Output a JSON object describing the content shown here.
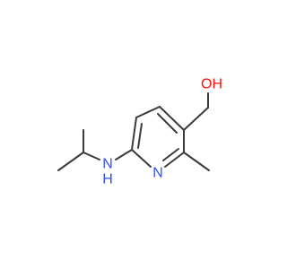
{
  "molecule": {
    "atoms": {
      "oh": {
        "label": "OH",
        "color": "#ff0d0d"
      },
      "ring_n": {
        "label": "N",
        "color": "#3050f8"
      },
      "nh": {
        "label": "N",
        "color": "#3050f8"
      },
      "nh_h": {
        "label": "H",
        "color": "#3050f8"
      }
    },
    "bond_color": "#3a3a3a"
  }
}
